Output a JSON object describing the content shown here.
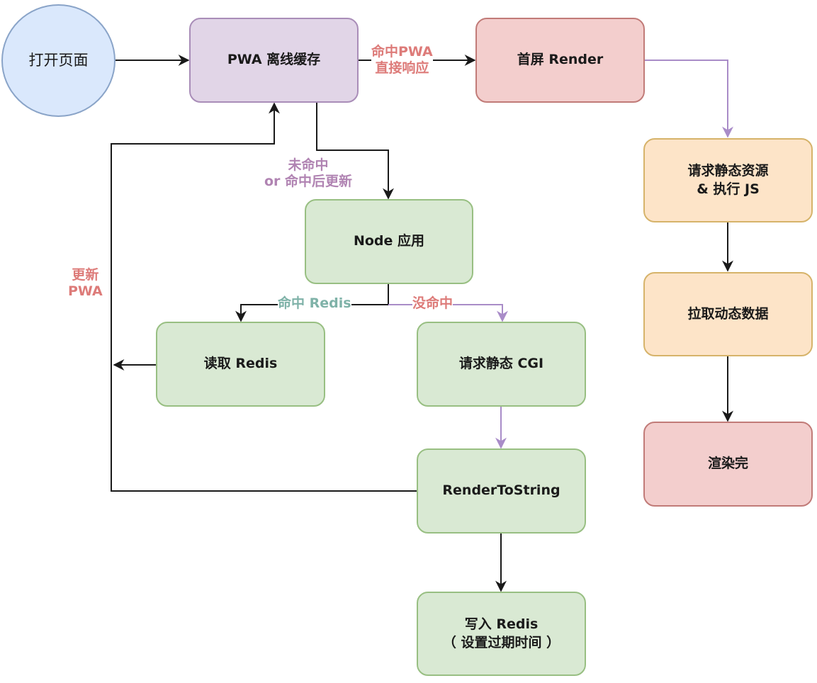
{
  "colors": {
    "edge_black": "#1a1a1a",
    "edge_purple": "#a98cc8",
    "label_red": "#dd7b79",
    "label_purple": "#b083b2",
    "label_teal": "#7fb2a8"
  },
  "nodes": {
    "open_page": {
      "label": "打开页面",
      "shape": "circle",
      "color": "#dae8fc"
    },
    "pwa_cache": {
      "label": "PWA 离线缓存",
      "shape": "rounded-rect",
      "color": "#e1d5e7"
    },
    "first_render": {
      "label": "首屏 Render",
      "shape": "rounded-rect",
      "color": "#f3cecd"
    },
    "request_static": {
      "line1": "请求静态资源",
      "line2": "& 执行 JS",
      "shape": "rounded-rect",
      "color": "#fde4c8"
    },
    "fetch_dynamic": {
      "label": "拉取动态数据",
      "shape": "rounded-rect",
      "color": "#fde4c8"
    },
    "render_done": {
      "label": "渲染完",
      "shape": "rounded-rect",
      "color": "#f3cecd"
    },
    "node_app": {
      "label": "Node 应用",
      "shape": "rounded-rect",
      "color": "#d9e9d3"
    },
    "read_redis": {
      "label": "读取 Redis",
      "shape": "rounded-rect",
      "color": "#d9e9d3"
    },
    "request_cgi": {
      "label": "请求静态 CGI",
      "shape": "rounded-rect",
      "color": "#d9e9d3"
    },
    "render_to_string": {
      "label": "RenderToString",
      "shape": "rounded-rect",
      "color": "#d9e9d3"
    },
    "write_redis": {
      "line1": "写入 Redis",
      "line2": "（ 设置过期时间 ）",
      "shape": "rounded-rect",
      "color": "#d9e9d3"
    }
  },
  "edge_labels": {
    "hit_pwa": {
      "line1": "命中PWA",
      "line2": "直接响应"
    },
    "miss_or_update": {
      "line1": "未命中",
      "line2": "or 命中后更新"
    },
    "hit_redis": {
      "label": "命中 Redis"
    },
    "miss": {
      "label": "没命中"
    },
    "update_pwa": {
      "line1": "更新",
      "line2": "PWA"
    }
  },
  "edges": [
    {
      "from": "open_page",
      "to": "pwa_cache",
      "style": "black"
    },
    {
      "from": "pwa_cache",
      "to": "first_render",
      "style": "black",
      "label": "hit_pwa"
    },
    {
      "from": "first_render",
      "to": "request_static",
      "style": "purple"
    },
    {
      "from": "request_static",
      "to": "fetch_dynamic",
      "style": "black"
    },
    {
      "from": "fetch_dynamic",
      "to": "render_done",
      "style": "black"
    },
    {
      "from": "pwa_cache",
      "to": "node_app",
      "style": "black",
      "label": "miss_or_update"
    },
    {
      "from": "node_app",
      "to": "read_redis",
      "style": "black",
      "label": "hit_redis"
    },
    {
      "from": "node_app",
      "to": "request_cgi",
      "style": "purple",
      "label": "miss"
    },
    {
      "from": "request_cgi",
      "to": "render_to_string",
      "style": "purple"
    },
    {
      "from": "render_to_string",
      "to": "write_redis",
      "style": "black"
    },
    {
      "from": "render_to_string",
      "to": "pwa_cache",
      "style": "black",
      "label": "update_pwa"
    },
    {
      "from": "read_redis",
      "to": "update_pwa_line",
      "style": "black"
    }
  ]
}
